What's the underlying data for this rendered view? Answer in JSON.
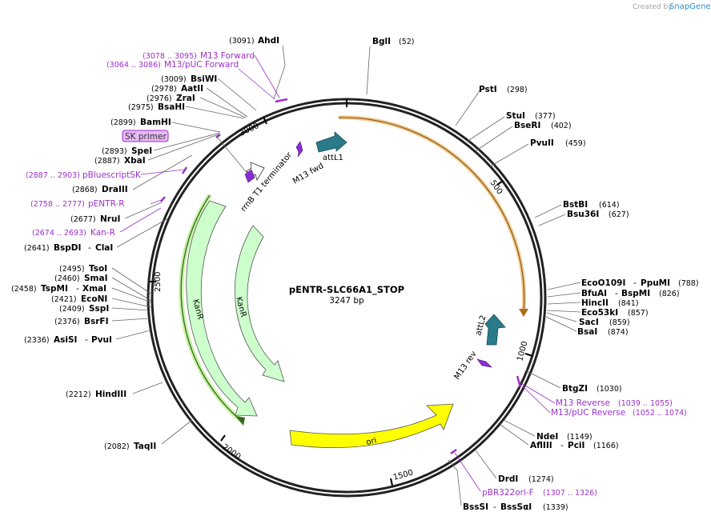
{
  "brand": {
    "prefix": "Created by",
    "name": "SnapGene"
  },
  "plasmid": {
    "name": "pENTR-SLC66A1_STOP",
    "size_label": "3247 bp",
    "length": 3247
  },
  "ticks": [
    "500",
    "1000",
    "1500",
    "2000",
    "2500",
    "3000"
  ],
  "enzymes": [
    {
      "name": "AhdI",
      "pos": "(3091)"
    },
    {
      "name": "BglI",
      "pos": "(52)"
    },
    {
      "name": "PstI",
      "pos": "(298)"
    },
    {
      "name": "StuI",
      "pos": "(377)"
    },
    {
      "name": "BseRI",
      "pos": "(402)"
    },
    {
      "name": "PvuII",
      "pos": "(459)"
    },
    {
      "name": "BstBI",
      "pos": "(614)"
    },
    {
      "name": "Bsu36I",
      "pos": "(627)"
    },
    {
      "name": "EcoO109I",
      "name2": "PpuMI",
      "pos": "(788)"
    },
    {
      "name": "BfuAI",
      "name2": "BspMI",
      "pos": "(826)"
    },
    {
      "name": "HincII",
      "pos": "(841)"
    },
    {
      "name": "Eco53kI",
      "pos": "(857)"
    },
    {
      "name": "SacI",
      "pos": "(859)"
    },
    {
      "name": "BsaI",
      "pos": "(874)"
    },
    {
      "name": "BtgZI",
      "pos": "(1030)"
    },
    {
      "name": "NdeI",
      "pos": "(1149)"
    },
    {
      "name": "AflIII",
      "name2": "PciI",
      "pos": "(1166)"
    },
    {
      "name": "DrdI",
      "pos": "(1274)"
    },
    {
      "name": "BssSI",
      "name2": "BssSαI",
      "pos": "(1339)"
    },
    {
      "name": "TaqII",
      "pos": "(2082)"
    },
    {
      "name": "HindIII",
      "pos": "(2212)"
    },
    {
      "name": "AsiSI",
      "name2": "PvuI",
      "pos": "(2336)"
    },
    {
      "name": "BsrFI",
      "pos": "(2376)"
    },
    {
      "name": "SspI",
      "pos": "(2409)"
    },
    {
      "name": "EcoNI",
      "pos": "(2421)"
    },
    {
      "name": "TspMI",
      "name2": "XmaI",
      "pos": "(2458)"
    },
    {
      "name": "SmaI",
      "pos": "(2460)"
    },
    {
      "name": "TsoI",
      "pos": "(2495)"
    },
    {
      "name": "BspDI",
      "name2": "ClaI",
      "pos": "(2641)"
    },
    {
      "name": "NruI",
      "pos": "(2677)"
    },
    {
      "name": "DraIII",
      "pos": "(2868)"
    },
    {
      "name": "XbaI",
      "pos": "(2887)"
    },
    {
      "name": "SpeI",
      "pos": "(2893)"
    },
    {
      "name": "BamHI",
      "pos": "(2899)"
    },
    {
      "name": "BsaHI",
      "pos": "(2975)"
    },
    {
      "name": "ZraI",
      "pos": "(2976)"
    },
    {
      "name": "AatII",
      "pos": "(2978)"
    },
    {
      "name": "BsiWI",
      "pos": "(3009)"
    }
  ],
  "primers": [
    {
      "name": "M13 Forward",
      "pos": "(3078 .. 3095)"
    },
    {
      "name": "M13/pUC Forward",
      "pos": "(3064 .. 3086)"
    },
    {
      "name": "SK primer"
    },
    {
      "name": "pBluescriptSK",
      "pos": "(2887 .. 2903)"
    },
    {
      "name": "pENTR-R",
      "pos": "(2758 .. 2777)"
    },
    {
      "name": "Kan-R",
      "pos": "(2674 .. 2693)"
    },
    {
      "name": "M13 Reverse",
      "pos": "(1039 .. 1055)"
    },
    {
      "name": "M13/pUC Reverse",
      "pos": "(1052 .. 1074)"
    },
    {
      "name": "pBR322ori-F",
      "pos": "(1307 .. 1326)"
    }
  ],
  "features": [
    {
      "name": "attL1"
    },
    {
      "name": "M13 fwd"
    },
    {
      "name": "rrnB T1 terminator"
    },
    {
      "name": "attL2"
    },
    {
      "name": "M13 rev"
    },
    {
      "name": "ori"
    },
    {
      "name": "KanR"
    },
    {
      "name": "KanR"
    }
  ],
  "colors": {
    "ring": "#222222",
    "primer": "#9b30c8",
    "feature_teal": "#2a7a8a",
    "orange_highlight": "#f5c27a",
    "green_highlight": "#c6f0a0",
    "ori": "#ffff00",
    "kanr": "#ccffcc",
    "primer_feature": "#8a2bd8"
  }
}
